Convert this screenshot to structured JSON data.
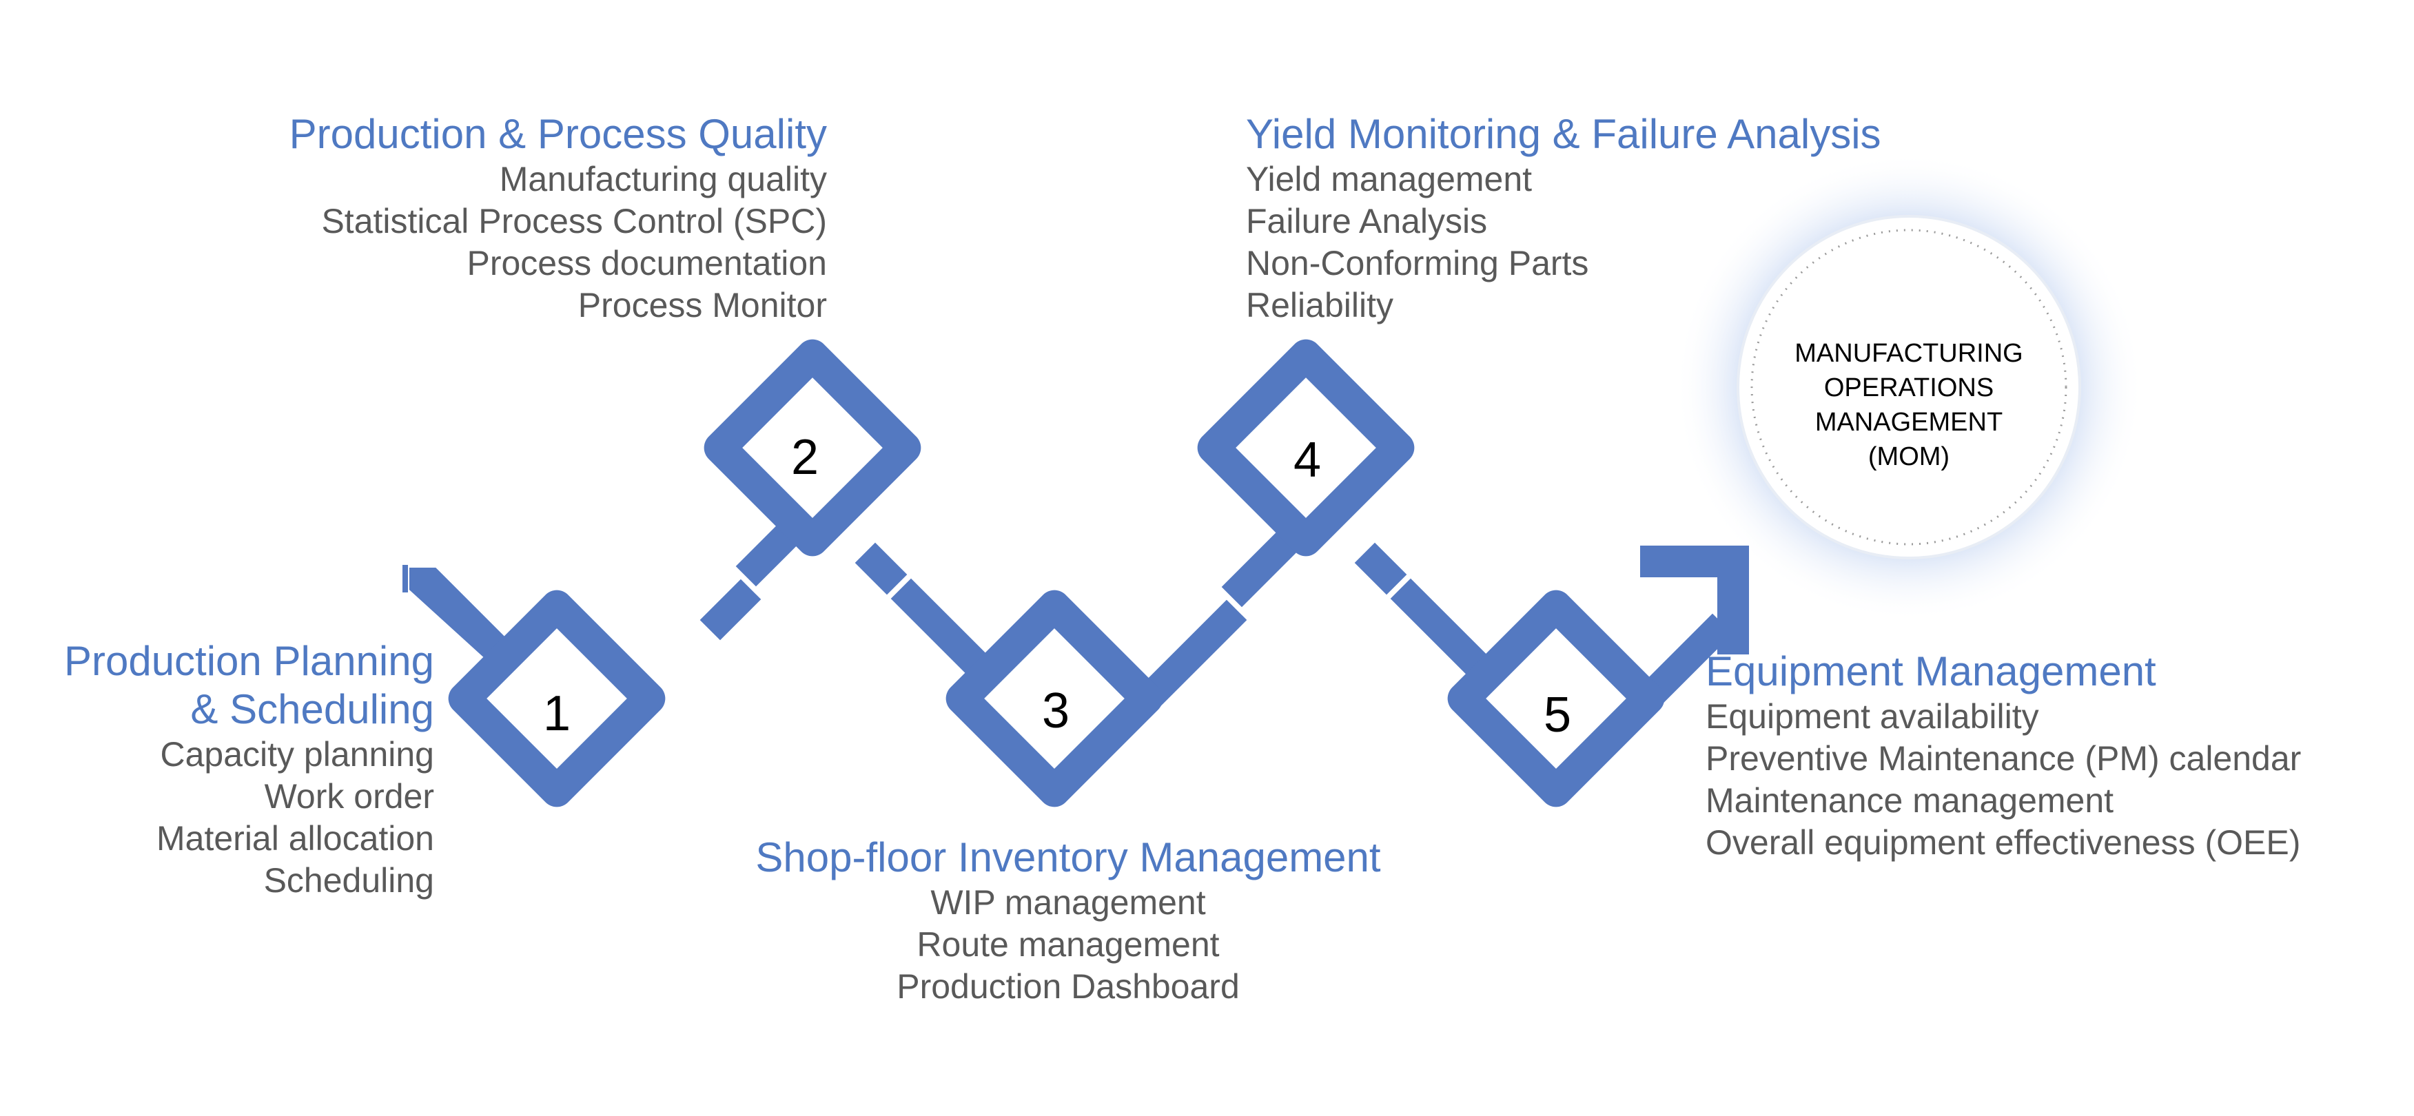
{
  "accent_color": "#5479c1",
  "title_color": "#4f79c2",
  "text_color": "#595959",
  "steps": [
    {
      "number": "1",
      "title_lines": [
        "Production Planning",
        "& Scheduling"
      ],
      "items": [
        "Capacity planning",
        "Work order",
        "Material allocation",
        "Scheduling"
      ]
    },
    {
      "number": "2",
      "title_lines": [
        "Production & Process Quality"
      ],
      "items": [
        "Manufacturing quality",
        "Statistical Process Control (SPC)",
        "Process documentation",
        "Process Monitor"
      ]
    },
    {
      "number": "3",
      "title_lines": [
        "Shop-floor Inventory Management"
      ],
      "items": [
        "WIP management",
        "Route management",
        "Production Dashboard"
      ]
    },
    {
      "number": "4",
      "title_lines": [
        "Yield Monitoring & Failure Analysis"
      ],
      "items": [
        "Yield management",
        "Failure Analysis",
        "Non-Conforming Parts",
        "Reliability"
      ]
    },
    {
      "number": "5",
      "title_lines": [
        "Equipment Management"
      ],
      "items": [
        "Equipment availability",
        "Preventive Maintenance (PM) calendar",
        "Maintenance management",
        "Overall equipment effectiveness (OEE)"
      ]
    }
  ],
  "mom_lines": [
    "MANUFACTURING",
    "OPERATIONS",
    "MANAGEMENT",
    "(MOM)"
  ]
}
